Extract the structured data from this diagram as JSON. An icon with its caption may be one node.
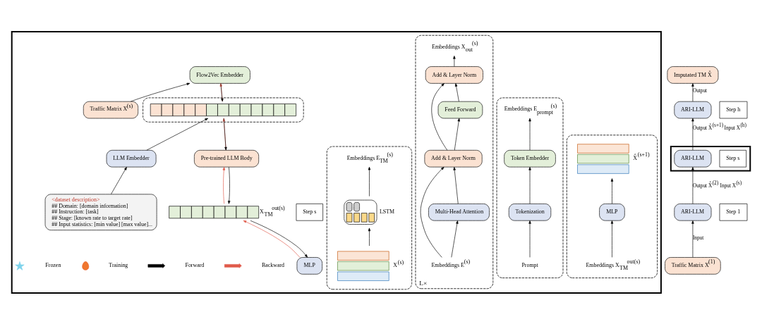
{
  "diagram": {
    "nodes": [
      {
        "text": [],
        "shape": "box"
      },
      {
        "text": [],
        "shape": "box",
        "in": 0
      },
      {
        "text": [],
        "shape": "picture",
        "in": 1,
        "beside": [
          "X̂$^{(s+1)}$"
        ]
      },
      {
        "text": [
          "MLP"
        ],
        "in": 1
      },
      {
        "text": [
          "Embeddings X$_{TM}$$^{out(s)}$"
        ],
        "in": 1
      },
      {
        "text": [],
        "shape": "box",
        "in": 0
      },
      {
        "text": [
          "Embeddings E$_{prompt}$$^{(s)}$"
        ],
        "in": 5
      },
      {
        "text": [
          "Token Embedder"
        ],
        "in": 5
      },
      {
        "text": [
          "Tokenization"
        ],
        "in": 5
      },
      {
        "text": [
          "Prompt"
        ],
        "in": 5
      },
      {
        "text": [
          "Step s"
        ],
        "in": 0
      },
      {
        "text": [
          "MLP"
        ],
        "in": 0
      },
      {
        "text": [],
        "shape": "bar",
        "in": 0,
        "beside": [
          "X$_{TM}$$^{out(s)}$"
        ]
      },
      {
        "text": [
          "Pre-trained LLM Body"
        ],
        "in": 0
      },
      {
        "text": [],
        "shape": "box",
        "in": 0
      },
      {
        "text": [],
        "shape": "bar",
        "in": 14
      },
      {
        "text": [
          "LLM Embedder"
        ],
        "in": 0
      },
      {
        "text": [
          "Flow2Vec Embedder"
        ],
        "in": 0
      },
      {
        "text": [
          "<dataset description>",
          "## Domain: [domain information]",
          "## Instruction: [task]",
          "## Stage: [known rate to target rate]",
          "## Input statistics: [min value] [max value]..."
        ],
        "in": 0
      },
      {
        "text": [
          "Traffic Matrix X$^{(s)}$"
        ],
        "in": 0
      },
      {
        "text": [
          "L×"
        ],
        "in": 0
      },
      {
        "text": [
          "Embeddings X$_{out}$$^{(s)}$"
        ],
        "in": 20
      },
      {
        "text": [
          "Add & Layer Norm"
        ],
        "in": 20
      },
      {
        "text": [
          "Feed Forward"
        ],
        "in": 20
      },
      {
        "text": [
          "Add & Layer Norm"
        ],
        "in": 20
      },
      {
        "text": [
          "Multi-Head Attention"
        ],
        "in": 20
      },
      {
        "text": [
          "Embeddings E$^{(s)}$"
        ],
        "in": 20
      },
      {
        "text": [],
        "shape": "box",
        "in": 0
      },
      {
        "text": [
          "Embeddings E$_{TM}$$^{(s)}$"
        ],
        "in": 27
      },
      {
        "text": [],
        "shape": "picture",
        "in": 27,
        "beside": [
          "LSTM"
        ]
      },
      {
        "text": [],
        "shape": "picture",
        "in": 27,
        "beside": [
          "X$^{(s)}$"
        ]
      },
      {
        "text": [
          "Imputated TM X̂"
        ]
      },
      {
        "text": [
          "Step h"
        ]
      },
      {
        "text": [
          "ARI-LLM"
        ]
      },
      {
        "text": [],
        "shape": "box"
      },
      {
        "text": [
          "Step s"
        ],
        "in": 34
      },
      {
        "text": [
          "ARI-LLM"
        ],
        "in": 34
      },
      {
        "text": [
          "Step 1"
        ]
      },
      {
        "text": [
          "ARI-LLM"
        ]
      },
      {
        "text": [
          "Traffic Matrix X$^{(1)}$"
        ]
      }
    ],
    "edges": [
      {
        "from": 4,
        "to": 3,
        "arrow": "to"
      },
      {
        "from": 3,
        "to": 2,
        "arrow": "to"
      },
      {
        "from": 9,
        "to": 8,
        "arrow": "to"
      },
      {
        "from": 8,
        "to": 7,
        "arrow": "to"
      },
      {
        "from": 7,
        "to": 6,
        "arrow": "to"
      },
      {
        "from": 12,
        "to": 11,
        "arrow": "to"
      },
      {
        "from": 11,
        "to": 12,
        "arrow": "to",
        "color": "#e05a4a"
      },
      {
        "from": 13,
        "to": 12,
        "arrow": "to"
      },
      {
        "from": 12,
        "to": 13,
        "arrow": "to",
        "color": "#e05a4a"
      },
      {
        "from": 15,
        "to": 13,
        "arrow": "to"
      },
      {
        "from": 13,
        "to": 15,
        "arrow": "to",
        "color": "#e05a4a"
      },
      {
        "from": 16,
        "to": 15,
        "arrow": "to"
      },
      {
        "from": 17,
        "to": 15,
        "arrow": "to"
      },
      {
        "from": 15,
        "to": 17,
        "arrow": "to",
        "color": "#e05a4a"
      },
      {
        "from": 18,
        "to": 16,
        "arrow": "to"
      },
      {
        "from": 19,
        "to": 17,
        "arrow": "to"
      },
      {
        "from": 26,
        "to": 25,
        "arrow": "to"
      },
      {
        "from": 25,
        "to": 24,
        "arrow": "to"
      },
      {
        "from": 26,
        "to": 24,
        "arrow": "to"
      },
      {
        "from": 24,
        "to": 23,
        "arrow": "to"
      },
      {
        "from": 23,
        "to": 22,
        "arrow": "to"
      },
      {
        "from": 24,
        "to": 22,
        "arrow": "to"
      },
      {
        "from": 22,
        "to": 21,
        "arrow": "to"
      },
      {
        "from": 30,
        "to": 29,
        "arrow": "to"
      },
      {
        "from": 29,
        "to": 28,
        "arrow": "to"
      },
      {
        "from": 39,
        "to": 38,
        "arrow": "to",
        "label": "Input"
      },
      {
        "from": 38,
        "to": 36,
        "arrow": "to",
        "label": "Output X̂$^{(2)}$ Input X$^{(s)}$"
      },
      {
        "from": 36,
        "to": 33,
        "arrow": "to",
        "label": "Output X̂$^{(s+1)}$ Input X$^{(h)}$"
      },
      {
        "from": 33,
        "to": 31,
        "arrow": "to",
        "label": "Output"
      }
    ],
    "legend": [
      {
        "text": "Frozen"
      },
      {
        "text": "Training"
      },
      {
        "text": "Forward"
      },
      {
        "text": "Backward"
      }
    ]
  }
}
